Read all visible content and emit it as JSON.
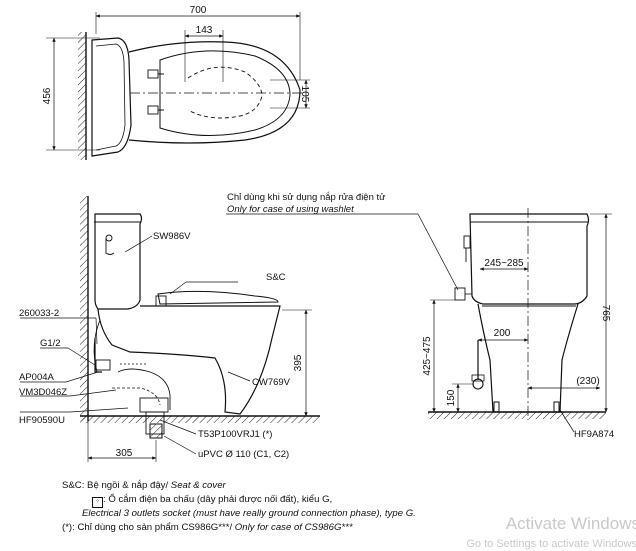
{
  "top_view": {
    "dim_width": "700",
    "dim_seat_depth": "143",
    "dim_height": "456",
    "dim_105": "105"
  },
  "side_view": {
    "tank_label": "SW986V",
    "seat_label": "S&C",
    "bowl_label": "CW769V",
    "part_260033": "260033-2",
    "part_g12": "G1/2",
    "part_ap004a": "AP004A",
    "part_vm3d": "VM3D046Z",
    "part_hf590": "HF90590U",
    "part_t53": "T53P100VRJ1 (*)",
    "part_upvc": "uPVC Ø 110 (C1, C2)",
    "dim_395": "395",
    "dim_305": "305"
  },
  "front_view": {
    "washlet_note_vi": "Chỉ dùng khi sử dụng nắp rửa điện tử",
    "washlet_note_en": "Only for case of using washlet",
    "dim_245_285": "245~285",
    "dim_200": "200",
    "dim_230": "(230)",
    "dim_425_475": "425~475",
    "dim_150": "150",
    "dim_765": "765",
    "part_hf9a": "HF9A874"
  },
  "notes": {
    "sc_vi": "S&C: Bệ ngồi & nắp đậy/ ",
    "sc_en": "Seat & cover",
    "socket_vi": ": Ổ cắm điện ba chấu (dây phải được nối đất), kiểu G,",
    "socket_en": "Electrical 3 outlets socket (must have really ground connection phase), type G.",
    "star_vi": "(*): Chỉ dùng cho sản phẩm CS986G***/ ",
    "star_en": "Only for case of CS986G***"
  },
  "watermark": {
    "line1": "Activate Windows",
    "line2": "Go to Settings to activate Windows."
  }
}
